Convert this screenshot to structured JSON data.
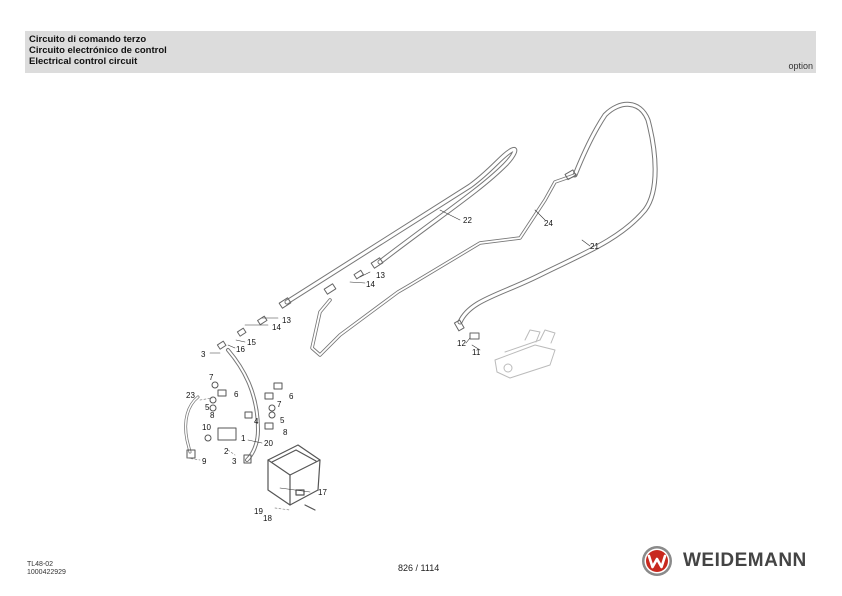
{
  "header": {
    "title_it": "Circuito di comando terzo",
    "title_es": "Circuito electrónico de control",
    "title_en": "Electrical control circuit",
    "option": "option"
  },
  "callouts": {
    "c22": "22",
    "c24": "24",
    "c21": "21",
    "c13a": "13",
    "c14a": "14",
    "c13b": "13",
    "c14b": "14",
    "c15": "15",
    "c16": "16",
    "c3a": "3",
    "c12": "12",
    "c11": "11",
    "c7a": "7",
    "c6a": "6",
    "c23": "23",
    "c5a": "5",
    "c8a": "8",
    "c6b": "6",
    "c7b": "7",
    "c5b": "5",
    "c8b": "8",
    "c4": "4",
    "c10": "10",
    "c1": "1",
    "c2": "2",
    "c9": "9",
    "c3b": "3",
    "c20": "20",
    "c17": "17",
    "c19": "19",
    "c18": "18"
  },
  "footer": {
    "doc_code_1": "TL48-02",
    "doc_code_2": "1000422929",
    "page": "826 / 1114",
    "brand": "WEIDEMANN"
  },
  "colors": {
    "header_bg": "#dcdcdc",
    "logo_red": "#c8281e",
    "brand_gray": "#444444"
  },
  "icons": {
    "logo": "weidemann-logo-icon"
  }
}
